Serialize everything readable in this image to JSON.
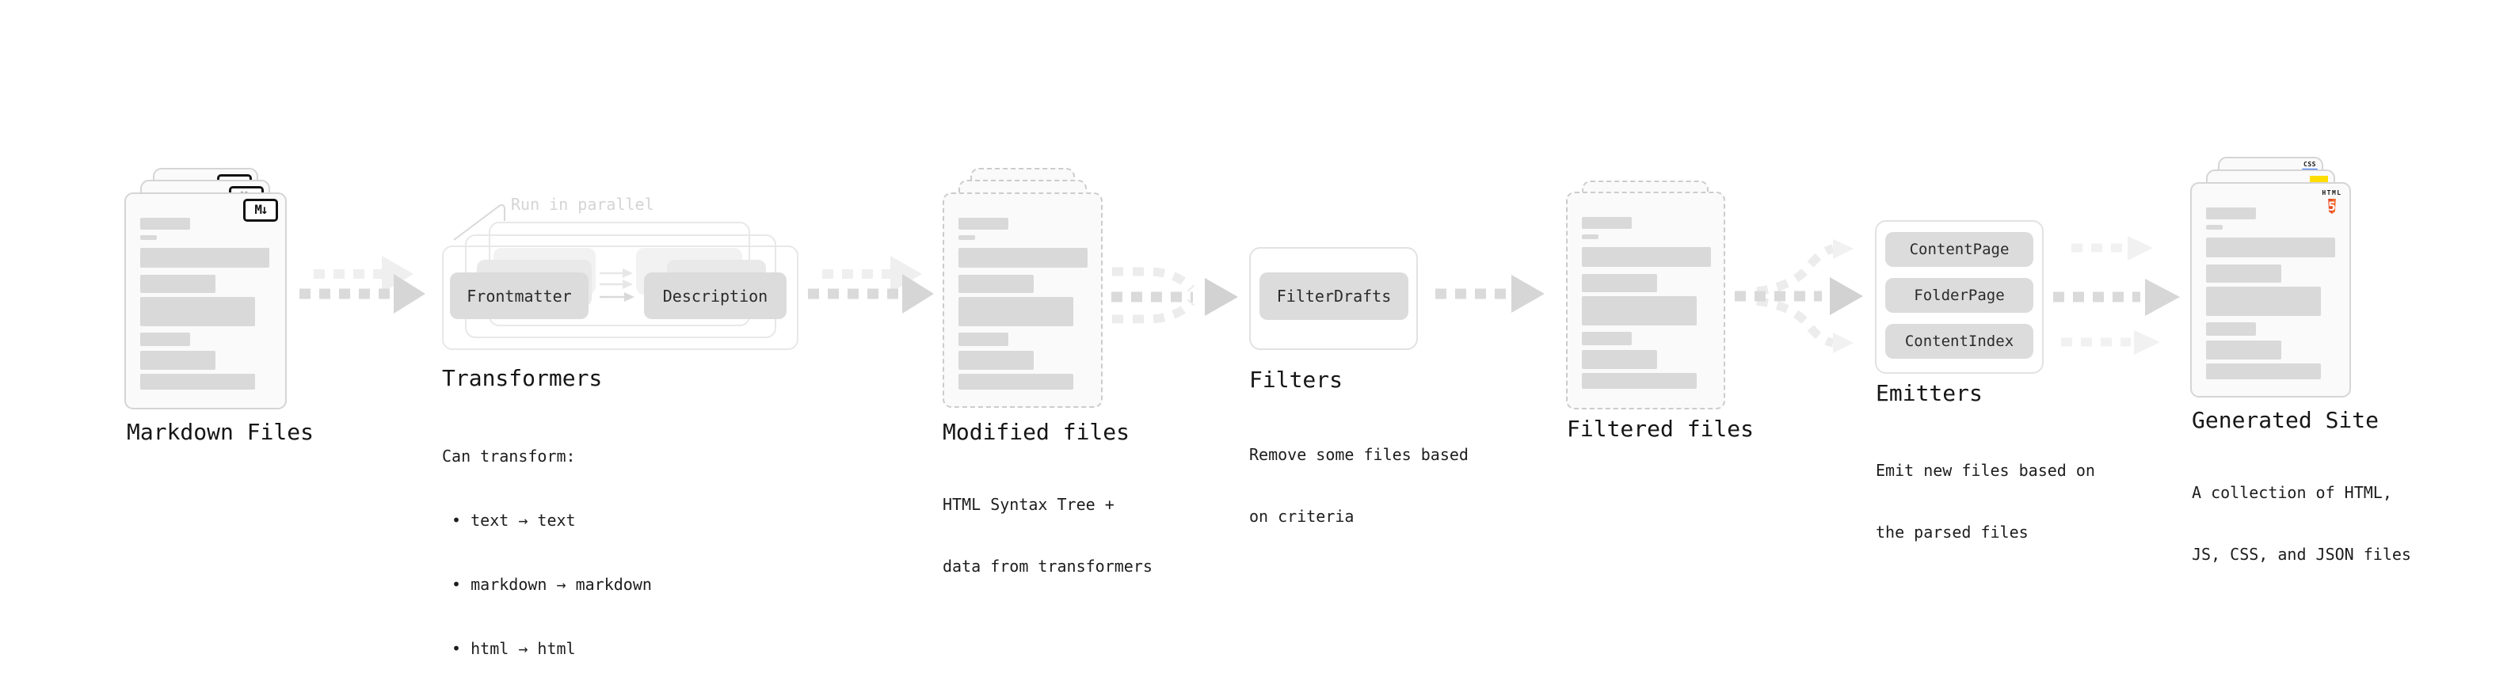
{
  "diagram": {
    "markdown_files": {
      "title": "Markdown Files",
      "file_badge": "M↓"
    },
    "transformers": {
      "title": "Transformers",
      "annotation": "Run in parallel",
      "step_from": "Frontmatter",
      "step_to": "Description",
      "description_heading": "Can transform:",
      "bullets": [
        " • text → text",
        " • markdown → markdown",
        " • html → html"
      ]
    },
    "modified_files": {
      "title": "Modified files",
      "description": [
        "HTML Syntax Tree +",
        "data from transformers"
      ]
    },
    "filters": {
      "title": "Filters",
      "filter_name": "FilterDrafts",
      "description": [
        "Remove some files based",
        "on criteria"
      ]
    },
    "filtered_files": {
      "title": "Filtered files"
    },
    "emitters": {
      "title": "Emitters",
      "emitter_names": [
        "ContentPage",
        "FolderPage",
        "ContentIndex"
      ],
      "description": [
        "Emit new files based on",
        "the parsed files"
      ]
    },
    "generated_site": {
      "title": "Generated Site",
      "description": [
        "A collection of HTML,",
        "JS, CSS, and JSON files"
      ],
      "badges": {
        "css": "CSS",
        "html": "HTML",
        "html_number": "5"
      }
    }
  },
  "colors": {
    "html5_orange": "#e44d26",
    "html5_orange_light": "#f16529",
    "js_yellow": "#ffdd00",
    "css_blue": "#2b6bf3"
  }
}
